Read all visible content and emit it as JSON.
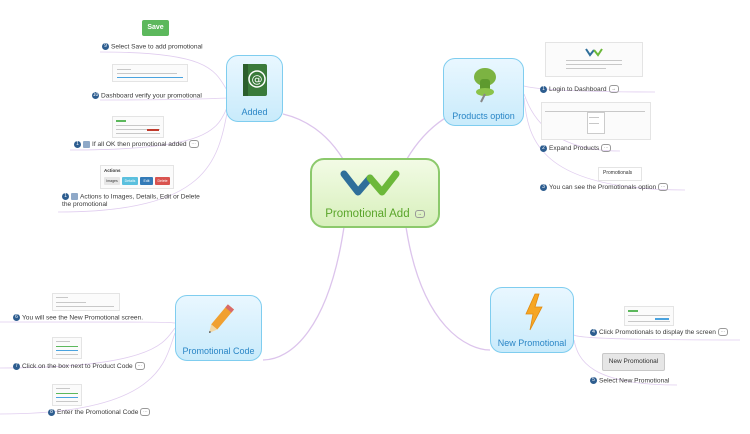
{
  "center": {
    "label": "Promotional Add"
  },
  "topics": {
    "added": {
      "label": "Added"
    },
    "products": {
      "label": "Products option"
    },
    "code": {
      "label": "Promotional Code"
    },
    "newpromo": {
      "label": "New Promotional"
    }
  },
  "leaves": {
    "login": {
      "num": "1",
      "text": "Login to Dashboard"
    },
    "expand": {
      "num": "2",
      "text": "Expand Products"
    },
    "promos": {
      "num": "3",
      "text": "You can see the Promotionals option"
    },
    "click_promos": {
      "num": "4",
      "text": "Click Promotionals to display the screen"
    },
    "select_new": {
      "num": "5",
      "text": "Select New Promotional"
    },
    "new_screen": {
      "num": "6",
      "text": "You will see the New Promotional screen."
    },
    "click_box": {
      "num": "7",
      "text": "Click on the box next to Product Code"
    },
    "enter_code": {
      "num": "8",
      "text": "Enter the Promotional Code"
    },
    "select_save": {
      "num": "9",
      "text": "Select Save to add promotional"
    },
    "dash_verify": {
      "num": "10",
      "text": "Dashboard verify your promotional"
    },
    "if_ok": {
      "num": "1",
      "text": "If all OK then promotional added"
    },
    "actions": {
      "num": "1",
      "text_line1": "Actions to Images, Details, Edit or Delete",
      "text_line2": "the promotional"
    }
  },
  "widgets": {
    "save_button": "Save",
    "new_promotional_button": "New Promotional",
    "promotionals_caption": "Promotionals",
    "actions_title": "Actions",
    "action_buttons": [
      "Images",
      "Details",
      "Edit",
      "Delete"
    ]
  },
  "colors": {
    "center_text": "#5aa52a",
    "topic_text": "#2a86c6",
    "links": "#d8b8e8"
  }
}
